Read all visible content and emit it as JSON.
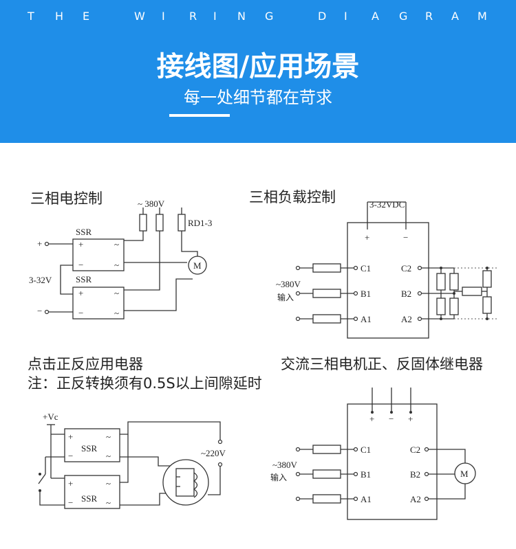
{
  "header": {
    "kicker": [
      "T",
      "H",
      "E",
      "W",
      "I",
      "R",
      "I",
      "N",
      "G",
      "D",
      "I",
      "A",
      "G",
      "R",
      "A",
      "M"
    ],
    "title": "接线图/应用场景",
    "subtitle": "每一处细节都在苛求",
    "banner_color": "#1f8ee8"
  },
  "panels": {
    "p1": {
      "title": "三相电控制",
      "ssr_top": "SSR",
      "ssr_bottom": "SSR",
      "plus": "+",
      "minus": "−",
      "tilde": "~",
      "voltage": "~ 380V",
      "fuse": "RD1-3",
      "control_voltage": "3-32V",
      "motor": "M"
    },
    "p2": {
      "title": "三相负载控制",
      "dc": "3-32VDC",
      "plus": "+",
      "minus": "−",
      "c1": "C1",
      "b1": "B1",
      "a1": "A1",
      "c2": "C2",
      "b2": "B2",
      "a2": "A2",
      "input_voltage": "~380V",
      "input_label": "输入"
    },
    "p3": {
      "title": "点击正反应用电器",
      "note": "注：正反转换须有0.5S以上间隙延时",
      "vc": "+Vc",
      "ssr_top": "SSR",
      "ssr_bottom": "SSR",
      "plus": "+",
      "minus": "−",
      "tilde": "~",
      "voltage": "~220V"
    },
    "p4": {
      "title": "交流三相电机正、反固体继电器",
      "plus": "+",
      "minus": "−",
      "c1": "C1",
      "b1": "B1",
      "a1": "A1",
      "c2": "C2",
      "b2": "B2",
      "a2": "A2",
      "input_voltage": "~380V",
      "input_label": "输入",
      "motor": "M"
    }
  }
}
